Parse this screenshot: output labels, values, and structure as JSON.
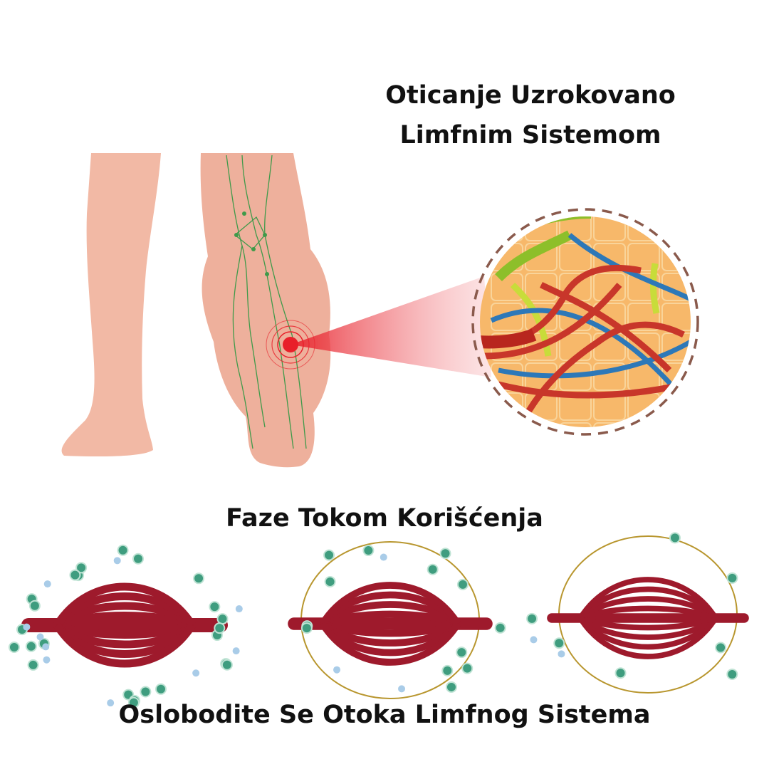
{
  "header": {
    "title_line1": "Oticanje Uzrokovano",
    "title_line2": "Limfnim Sistemom"
  },
  "phases": {
    "title": "Faze Tokom Korišćenja",
    "stages": [
      {
        "name": "stage-1",
        "cells": 34
      },
      {
        "name": "stage-2",
        "cells": 16
      },
      {
        "name": "stage-3",
        "cells": 9
      }
    ]
  },
  "footer": {
    "title": "Oslobodite Se Otoka Limfnog Sistema"
  },
  "colors": {
    "skin": "#f2b9a5",
    "lymph": "#3f9a4a",
    "target": "#e8202a",
    "vessel": "#9e1a2c",
    "cell": "#3f9d7f",
    "dash": "#8a5a4c"
  }
}
